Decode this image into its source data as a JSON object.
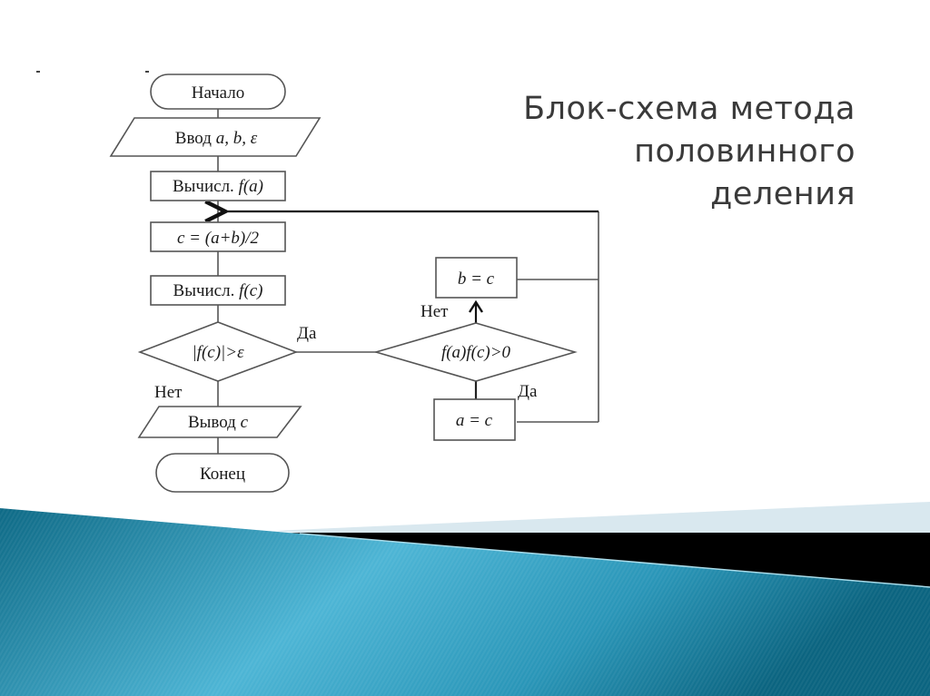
{
  "slide": {
    "title_lines": [
      "Блок-схема метода",
      "половинного",
      "деления"
    ]
  },
  "flowchart": {
    "start": "Начало",
    "input": {
      "prefix": "Ввод ",
      "vars": "a, b, ε"
    },
    "calc_fa": {
      "prefix": "Вычисл. ",
      "expr": "f(a)"
    },
    "midpoint": "c = (a+b)/2",
    "calc_fc": {
      "prefix": "Вычисл. ",
      "expr": "f(c)"
    },
    "decision1": "|f(c)|>ε",
    "decision1_yes": "Да",
    "decision1_no": "Нет",
    "output": {
      "prefix": "Вывод ",
      "var": "c"
    },
    "end": "Конец",
    "decision2": "f(a)f(c)>0",
    "decision2_yes": "Да",
    "decision2_no": "Нет",
    "assign_b": "b = c",
    "assign_a": "a = c"
  },
  "theme": {
    "line_color": "#555555",
    "title_color": "#3a3a3a",
    "band_blue_dark": "#0f6f8c",
    "band_blue_light": "#4bb3d3",
    "band_pale": "#d9e8ef",
    "band_black": "#000000"
  }
}
